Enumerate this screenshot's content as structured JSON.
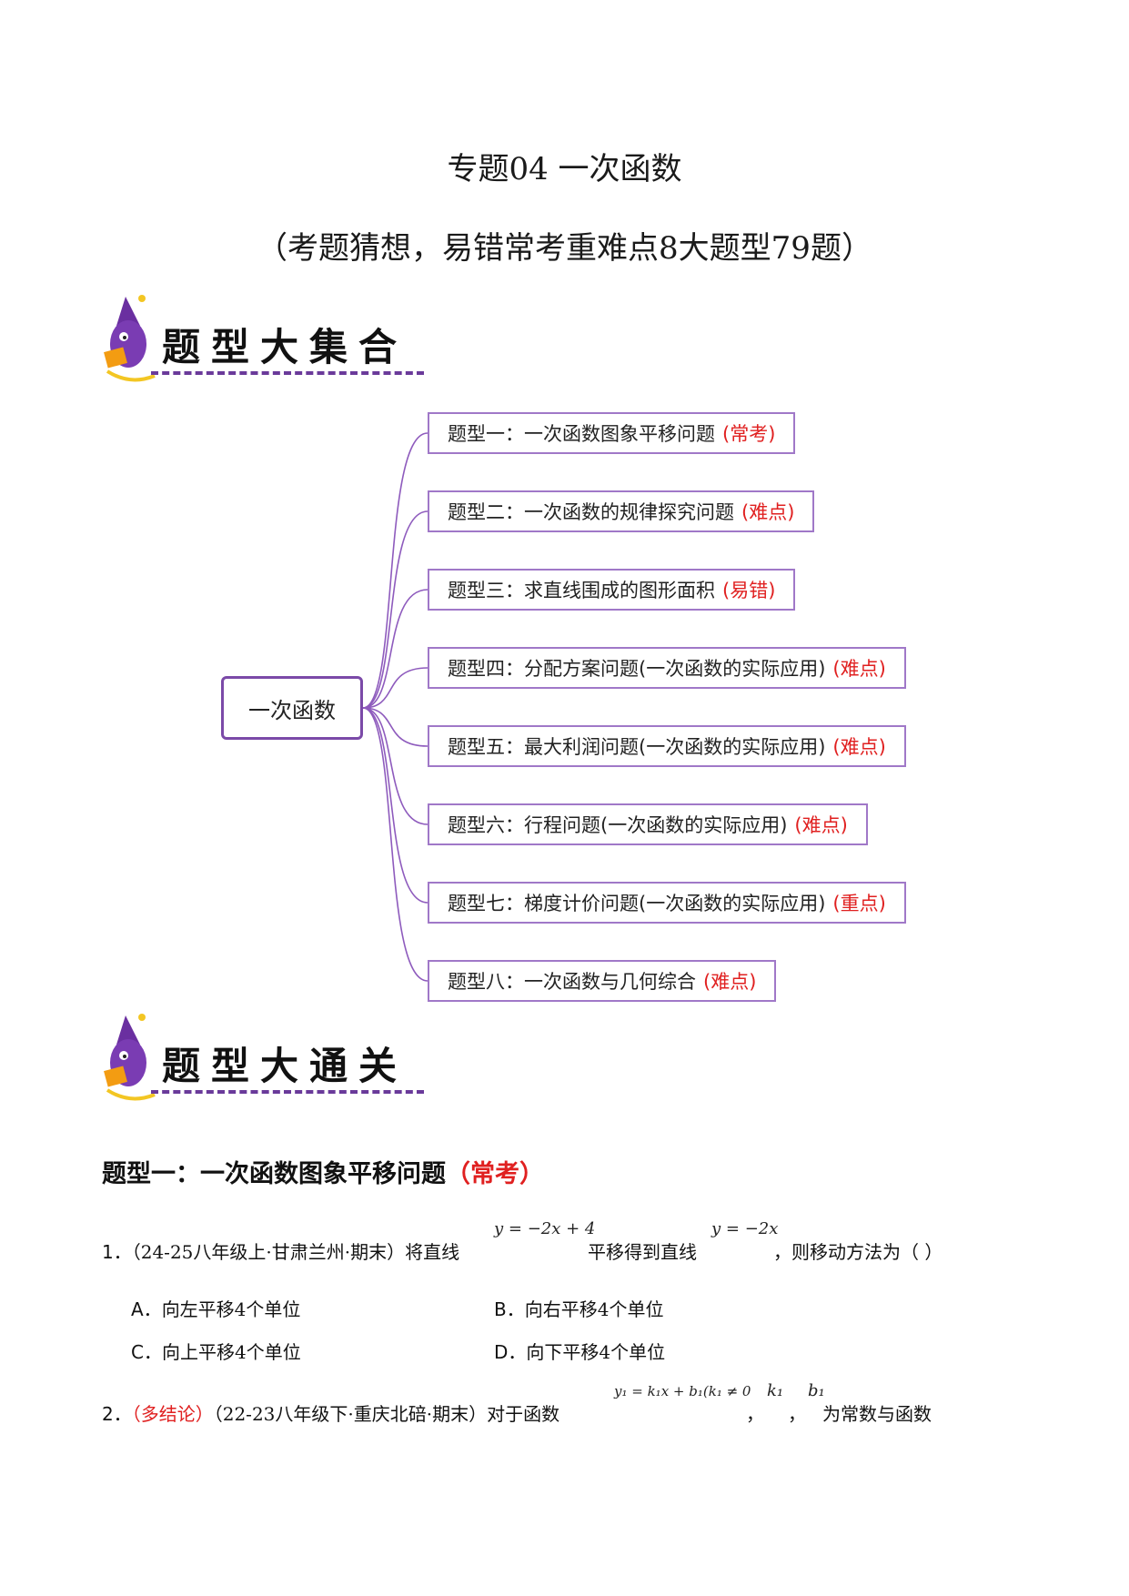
{
  "header": {
    "title": "专题04  一次函数",
    "subtitle": "（考题猜想，易错常考重难点8大题型79题）"
  },
  "banner1": {
    "text": "题型大集合",
    "mascot_icon": "wizard-mascot-icon"
  },
  "banner2": {
    "text": "题型大通关",
    "mascot_icon": "wizard-mascot-icon"
  },
  "mindmap": {
    "center": "一次函数",
    "line_color": "#8e5bbd",
    "tag_color": "#e02020",
    "nodes": [
      {
        "label": "题型一：一次函数图象平移问题",
        "tag": "(常考)"
      },
      {
        "label": "题型二：一次函数的规律探究问题",
        "tag": "(难点)"
      },
      {
        "label": "题型三：求直线围成的图形面积",
        "tag": "(易错)"
      },
      {
        "label": "题型四：分配方案问题(一次函数的实际应用)",
        "tag": "(难点)"
      },
      {
        "label": "题型五：最大利润问题(一次函数的实际应用)",
        "tag": "(难点)"
      },
      {
        "label": "题型六：行程问题(一次函数的实际应用)",
        "tag": "(难点)"
      },
      {
        "label": "题型七：梯度计价问题(一次函数的实际应用)",
        "tag": "(重点)"
      },
      {
        "label": "题型八：一次函数与几何综合",
        "tag": "(难点)"
      }
    ]
  },
  "section1": {
    "heading": "题型一：一次函数图象平移问题",
    "tag": "（常考）"
  },
  "q1": {
    "num": "1．",
    "source": "（24-25八年级上·甘肃兰州·期末）将直线",
    "eq1": "y = −2x + 4",
    "mid": "平移得到直线",
    "eq2": "y = −2x",
    "tail": "，则移动方法为（    ）",
    "options": [
      {
        "letter": "A．",
        "text": "向左平移4个单位"
      },
      {
        "letter": "B．",
        "text": "向右平移4个单位"
      },
      {
        "letter": "C．",
        "text": "向上平移4个单位"
      },
      {
        "letter": "D．",
        "text": "向下平移4个单位"
      }
    ]
  },
  "q2": {
    "num": "2．",
    "tag": "（多结论）",
    "source": "（22-23八年级下·重庆北碚·期末）对于函数",
    "eq1": "y₁ = k₁x + b₁(k₁ ≠ 0",
    "sep1": "，",
    "k": "k₁",
    "sep2": "，",
    "b": "b₁",
    "tail": "为常数与函数"
  }
}
